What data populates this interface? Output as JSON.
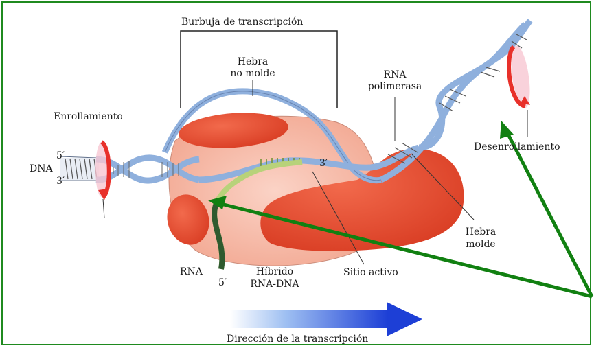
{
  "labels": {
    "bubble": "Burbuja de transcripción",
    "nontemplate": [
      "Hebra",
      "no molde"
    ],
    "polymerase": [
      "RNA",
      "polimerasa"
    ],
    "coiling": "Enrollamiento",
    "uncoiling": "Desenrollamiento",
    "dna": "DNA",
    "dna5": "5′",
    "dna3": "3′",
    "active3": "3′",
    "template": [
      "Hebra",
      "molde"
    ],
    "rna": "RNA",
    "rna5": "5′",
    "hybrid": [
      "Híbrido",
      "RNA-DNA"
    ],
    "activesite": "Sitio activo",
    "direction": "Dirección de la transcripción"
  },
  "colors": {
    "frame": "#1f8a1f",
    "arrow": "#118011",
    "polymerase": "#e8492e",
    "body": "#f4b8a8",
    "strand": "#8fb0dd",
    "rna": "#b8d27a",
    "dir_arrow": "#1d3fd6"
  }
}
